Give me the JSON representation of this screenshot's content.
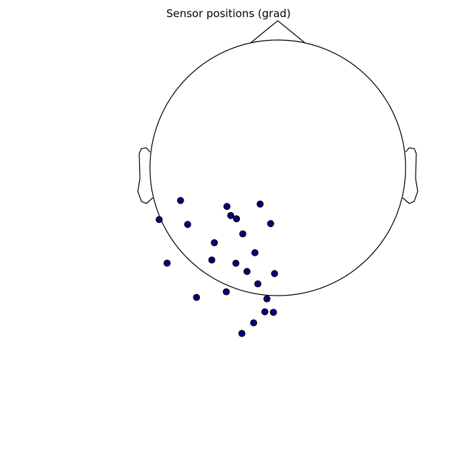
{
  "chart_data": {
    "type": "scatter",
    "title": "Sensor positions (grad)",
    "xlabel": "",
    "ylabel": "",
    "grid": false,
    "legend": false,
    "head_outline": {
      "nose": true,
      "ears": true
    },
    "marker_fill_color": "#00008b",
    "marker_edge_color": "#000000",
    "xlim": [
      -1.0,
      1.0
    ],
    "ylim": [
      -1.0,
      1.0
    ],
    "points": [
      {
        "x": -0.761,
        "y": -0.256
      },
      {
        "x": -0.398,
        "y": -0.303
      },
      {
        "x": -0.138,
        "y": -0.284
      },
      {
        "x": -0.368,
        "y": -0.373
      },
      {
        "x": -0.928,
        "y": -0.405
      },
      {
        "x": -0.705,
        "y": -0.443
      },
      {
        "x": -0.496,
        "y": -0.586
      },
      {
        "x": -0.274,
        "y": -0.517
      },
      {
        "x": -0.056,
        "y": -0.437
      },
      {
        "x": -0.179,
        "y": -0.664
      },
      {
        "x": -0.516,
        "y": -0.721
      },
      {
        "x": -0.328,
        "y": -0.747
      },
      {
        "x": -0.156,
        "y": -0.908
      },
      {
        "x": -0.403,
        "y": -0.97
      },
      {
        "x": -0.101,
        "y": -1.127
      },
      {
        "x": -0.866,
        "y": -0.746
      },
      {
        "x": -0.636,
        "y": -1.014
      },
      {
        "x": -0.085,
        "y": -1.025
      },
      {
        "x": -0.281,
        "y": -1.296
      },
      {
        "x": -0.323,
        "y": -0.399
      },
      {
        "x": -0.241,
        "y": -0.811
      },
      {
        "x": -0.034,
        "y": -1.131
      },
      {
        "x": -0.189,
        "y": -1.213
      },
      {
        "x": -0.025,
        "y": -0.828
      }
    ]
  }
}
